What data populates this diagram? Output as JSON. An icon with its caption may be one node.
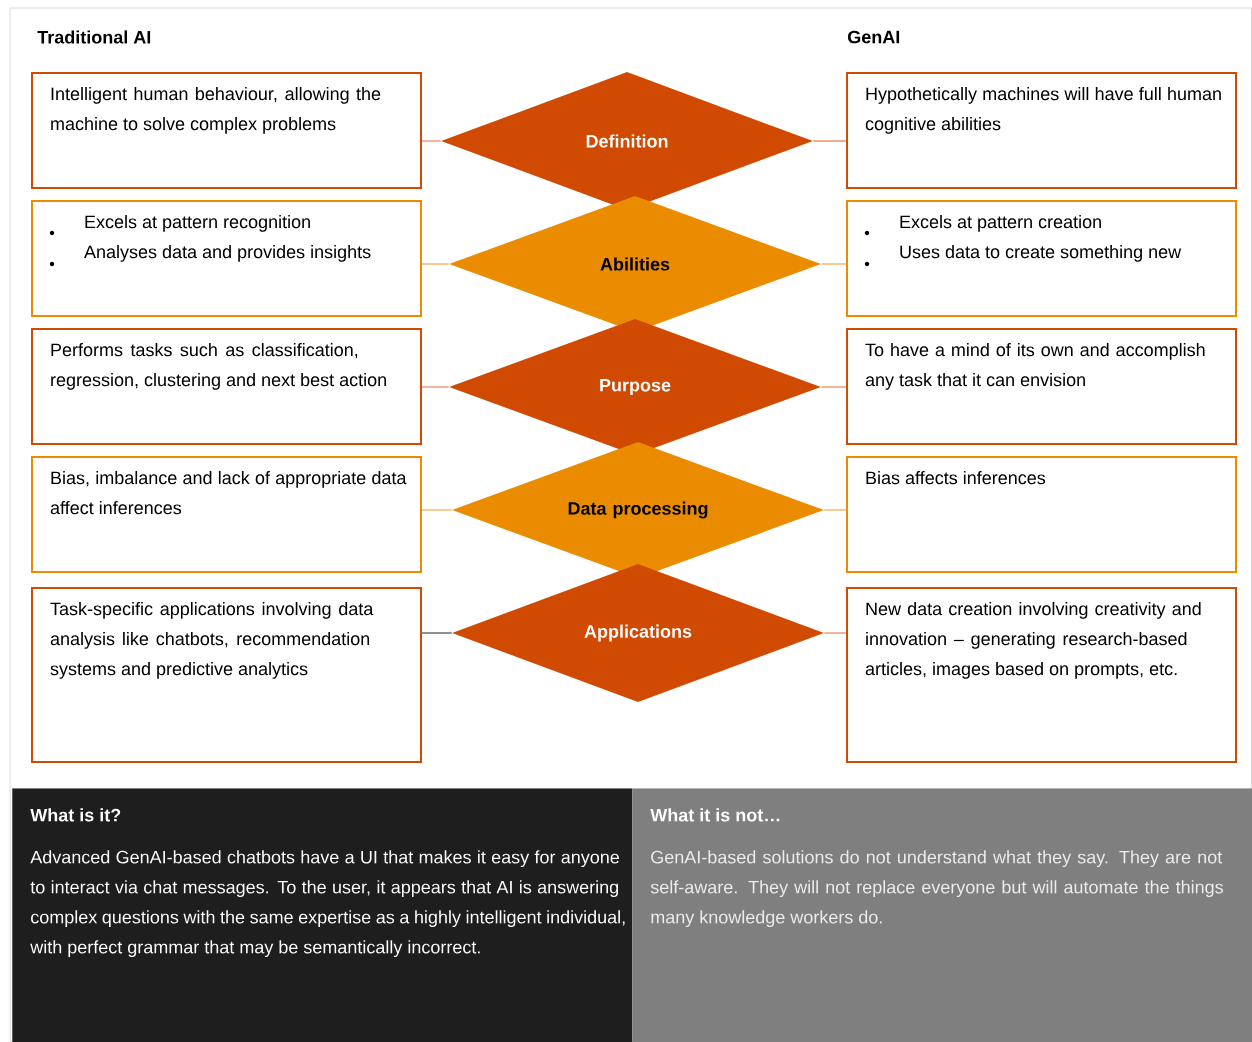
{
  "diagram": {
    "nodes": [
      {
        "text": [
          "Intelligent human behaviour, allowing the machine to solve complex problems"
        ]
      },
      {
        "text": [
          "Definition"
        ]
      },
      {
        "text": [
          "Hypothetically machines will have full human cognitive abilities"
        ]
      },
      {
        "text": [
          "Excels at pattern recognition",
          "Analyses data and provides insights"
        ]
      },
      {
        "text": [
          "Abilities"
        ]
      },
      {
        "text": [
          "Excels at pattern creation",
          "Uses data to create something new"
        ]
      },
      {
        "text": [
          "Performs tasks such as classification, regression, clustering and next best action"
        ]
      },
      {
        "text": [
          "Purpose"
        ]
      },
      {
        "text": [
          "To have a mind of its own and accomplish any task that it can envision"
        ]
      },
      {
        "text": [
          "Bias, imbalance and lack of appropriate data affect inferences"
        ]
      },
      {
        "text": [
          "Data processing"
        ]
      },
      {
        "text": [
          "Bias affects inferences"
        ]
      },
      {
        "text": [
          "Task-specific applications involving data analysis like chatbots, recommendation systems and predictive analytics"
        ]
      },
      {
        "text": [
          "Applications"
        ]
      },
      {
        "text": [
          "New data creation involving creativity and innovation – generating research-based articles, images based on prompts, etc."
        ]
      },
      {
        "text": [
          "What is it?",
          "Advanced GenAI-based chatbots have a UI that makes it easy for anyone to interact via chat messages. To the user, it appears that AI is answering complex questions with the same expertise as a highly intelligent individual, with perfect grammar that may be semantically incorrect."
        ]
      },
      {
        "text": [
          "What it is not…",
          "GenAI-based solutions do not understand what they say. They are not self-aware. They will not replace everyone but will automate the things many knowledge workers do."
        ]
      }
    ],
    "edges": [
      {
        "from": 0,
        "to": 1,
        "arrow": "none"
      },
      {
        "from": 1,
        "to": 2,
        "arrow": "none"
      },
      {
        "from": 3,
        "to": 4,
        "arrow": "none"
      },
      {
        "from": 4,
        "to": 5,
        "arrow": "none"
      },
      {
        "from": 6,
        "to": 7,
        "arrow": "none"
      },
      {
        "from": 7,
        "to": 8,
        "arrow": "none"
      },
      {
        "from": 9,
        "to": 10,
        "arrow": "none"
      },
      {
        "from": 10,
        "to": 11,
        "arrow": "none"
      },
      {
        "from": 12,
        "to": 13,
        "arrow": "none",
        "color": "#595959"
      },
      {
        "from": 13,
        "to": 14,
        "arrow": "none"
      }
    ],
    "labels": [
      "Traditional AI",
      "GenAI"
    ]
  }
}
